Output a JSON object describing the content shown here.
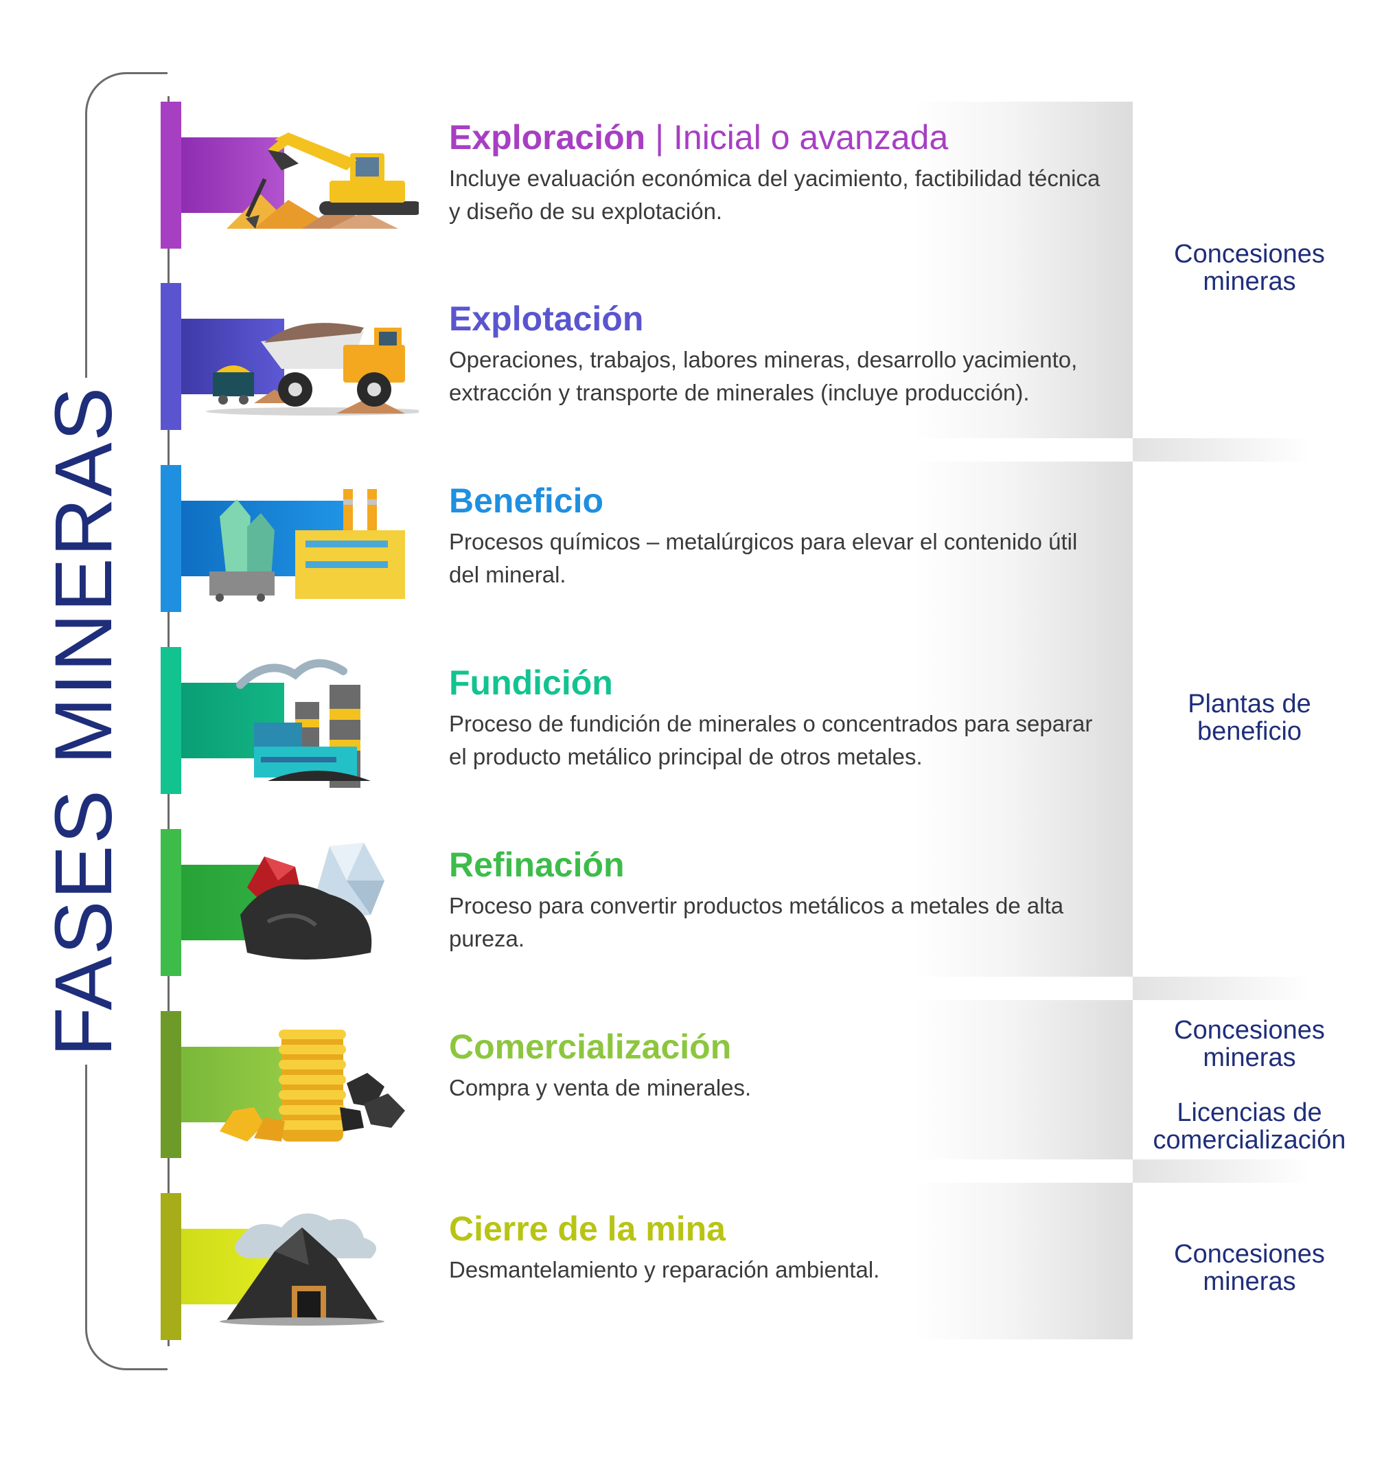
{
  "side_title": "FASES MINERAS",
  "colors": {
    "bracket": "#6b6b6b",
    "side_title": "#1f2e7a",
    "right_labels": "#1f2e7a",
    "exploracion": "#a73fc3",
    "explotacion": "#5a55cf",
    "beneficio": "#1f8fe0",
    "fundicion": "#12c390",
    "refinacion": "#3dbc4a",
    "comercializacion": "#8cc63f",
    "cierre": "#b8c414"
  },
  "phases": [
    {
      "title": "Exploración",
      "separator": "|",
      "subtitle": "Inicial o avanzada",
      "description": "Incluye evaluación económica del yacimiento, factibilidad técnica y diseño de su explotación.",
      "icon": "excavator-icon"
    },
    {
      "title": "Explotación",
      "description": "Operaciones, trabajos, labores mineras, desarrollo yacimiento, extracción y transporte de minerales (incluye producción).",
      "icon": "dump-truck-icon"
    },
    {
      "title": "Beneficio",
      "description": "Procesos químicos – metalúrgicos para elevar el contenido útil del mineral.",
      "icon": "processing-plant-icon"
    },
    {
      "title": "Fundición",
      "description": "Proceso de fundición de minerales o concentrados para separar el producto metálico principal de otros metales.",
      "icon": "smelter-icon"
    },
    {
      "title": "Refinación",
      "description": "Proceso para convertir productos metálicos a metales de alta pureza.",
      "icon": "crystals-icon"
    },
    {
      "title": "Comercialización",
      "description": "Compra y venta de minerales.",
      "icon": "coins-icon"
    },
    {
      "title": "Cierre de la mina",
      "description": "Desmantelamiento y reparación ambiental.",
      "icon": "mine-entrance-icon"
    }
  ],
  "right_labels": {
    "group1": "Concesiones mineras",
    "group2": "Plantas de beneficio",
    "group3a": "Concesiones mineras",
    "group3b": "Licencias de comercialización",
    "group4": "Concesiones mineras"
  }
}
